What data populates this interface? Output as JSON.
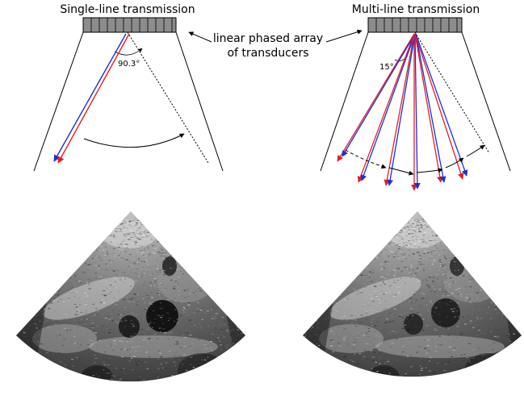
{
  "figure": {
    "left_panel": {
      "title": "Single-line transmission",
      "angle_label": "90.3°"
    },
    "right_panel": {
      "title": "Multi-line transmission",
      "angle_label": "15°"
    },
    "center_label": {
      "line1": "linear phased array",
      "line2": "of transducers"
    }
  },
  "colors": {
    "transmit_arrow": "#1f2fd6",
    "receive_arrow": "#e0202a",
    "transducer_fill": "#8c8c8c",
    "outline": "#000000"
  }
}
